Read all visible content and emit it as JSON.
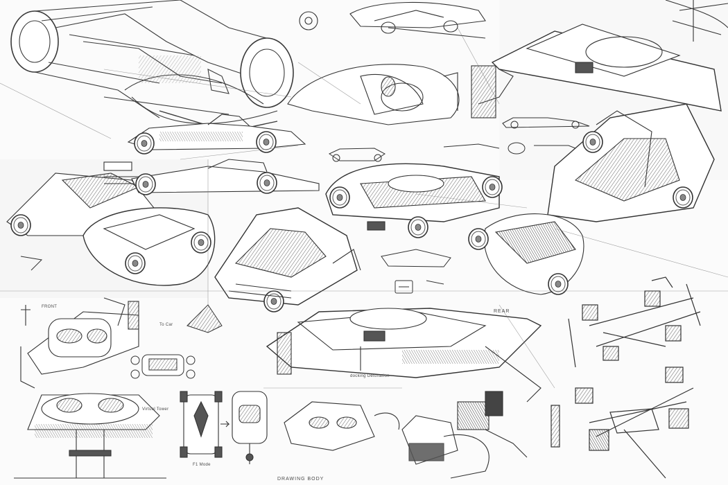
{
  "sheet": {
    "kind": "pencil concept sketch sheet",
    "ink": "#3a3a3a",
    "paper": "#fbfbfb"
  },
  "labels": {
    "rear": "REAR",
    "front": "FRONT",
    "to_car": "To Car",
    "virtual_tower": "Virtual Tower",
    "docking": "docking Detonation",
    "f1_mode": "F1 Mode",
    "drawing_body": "DRAWING BODY"
  }
}
